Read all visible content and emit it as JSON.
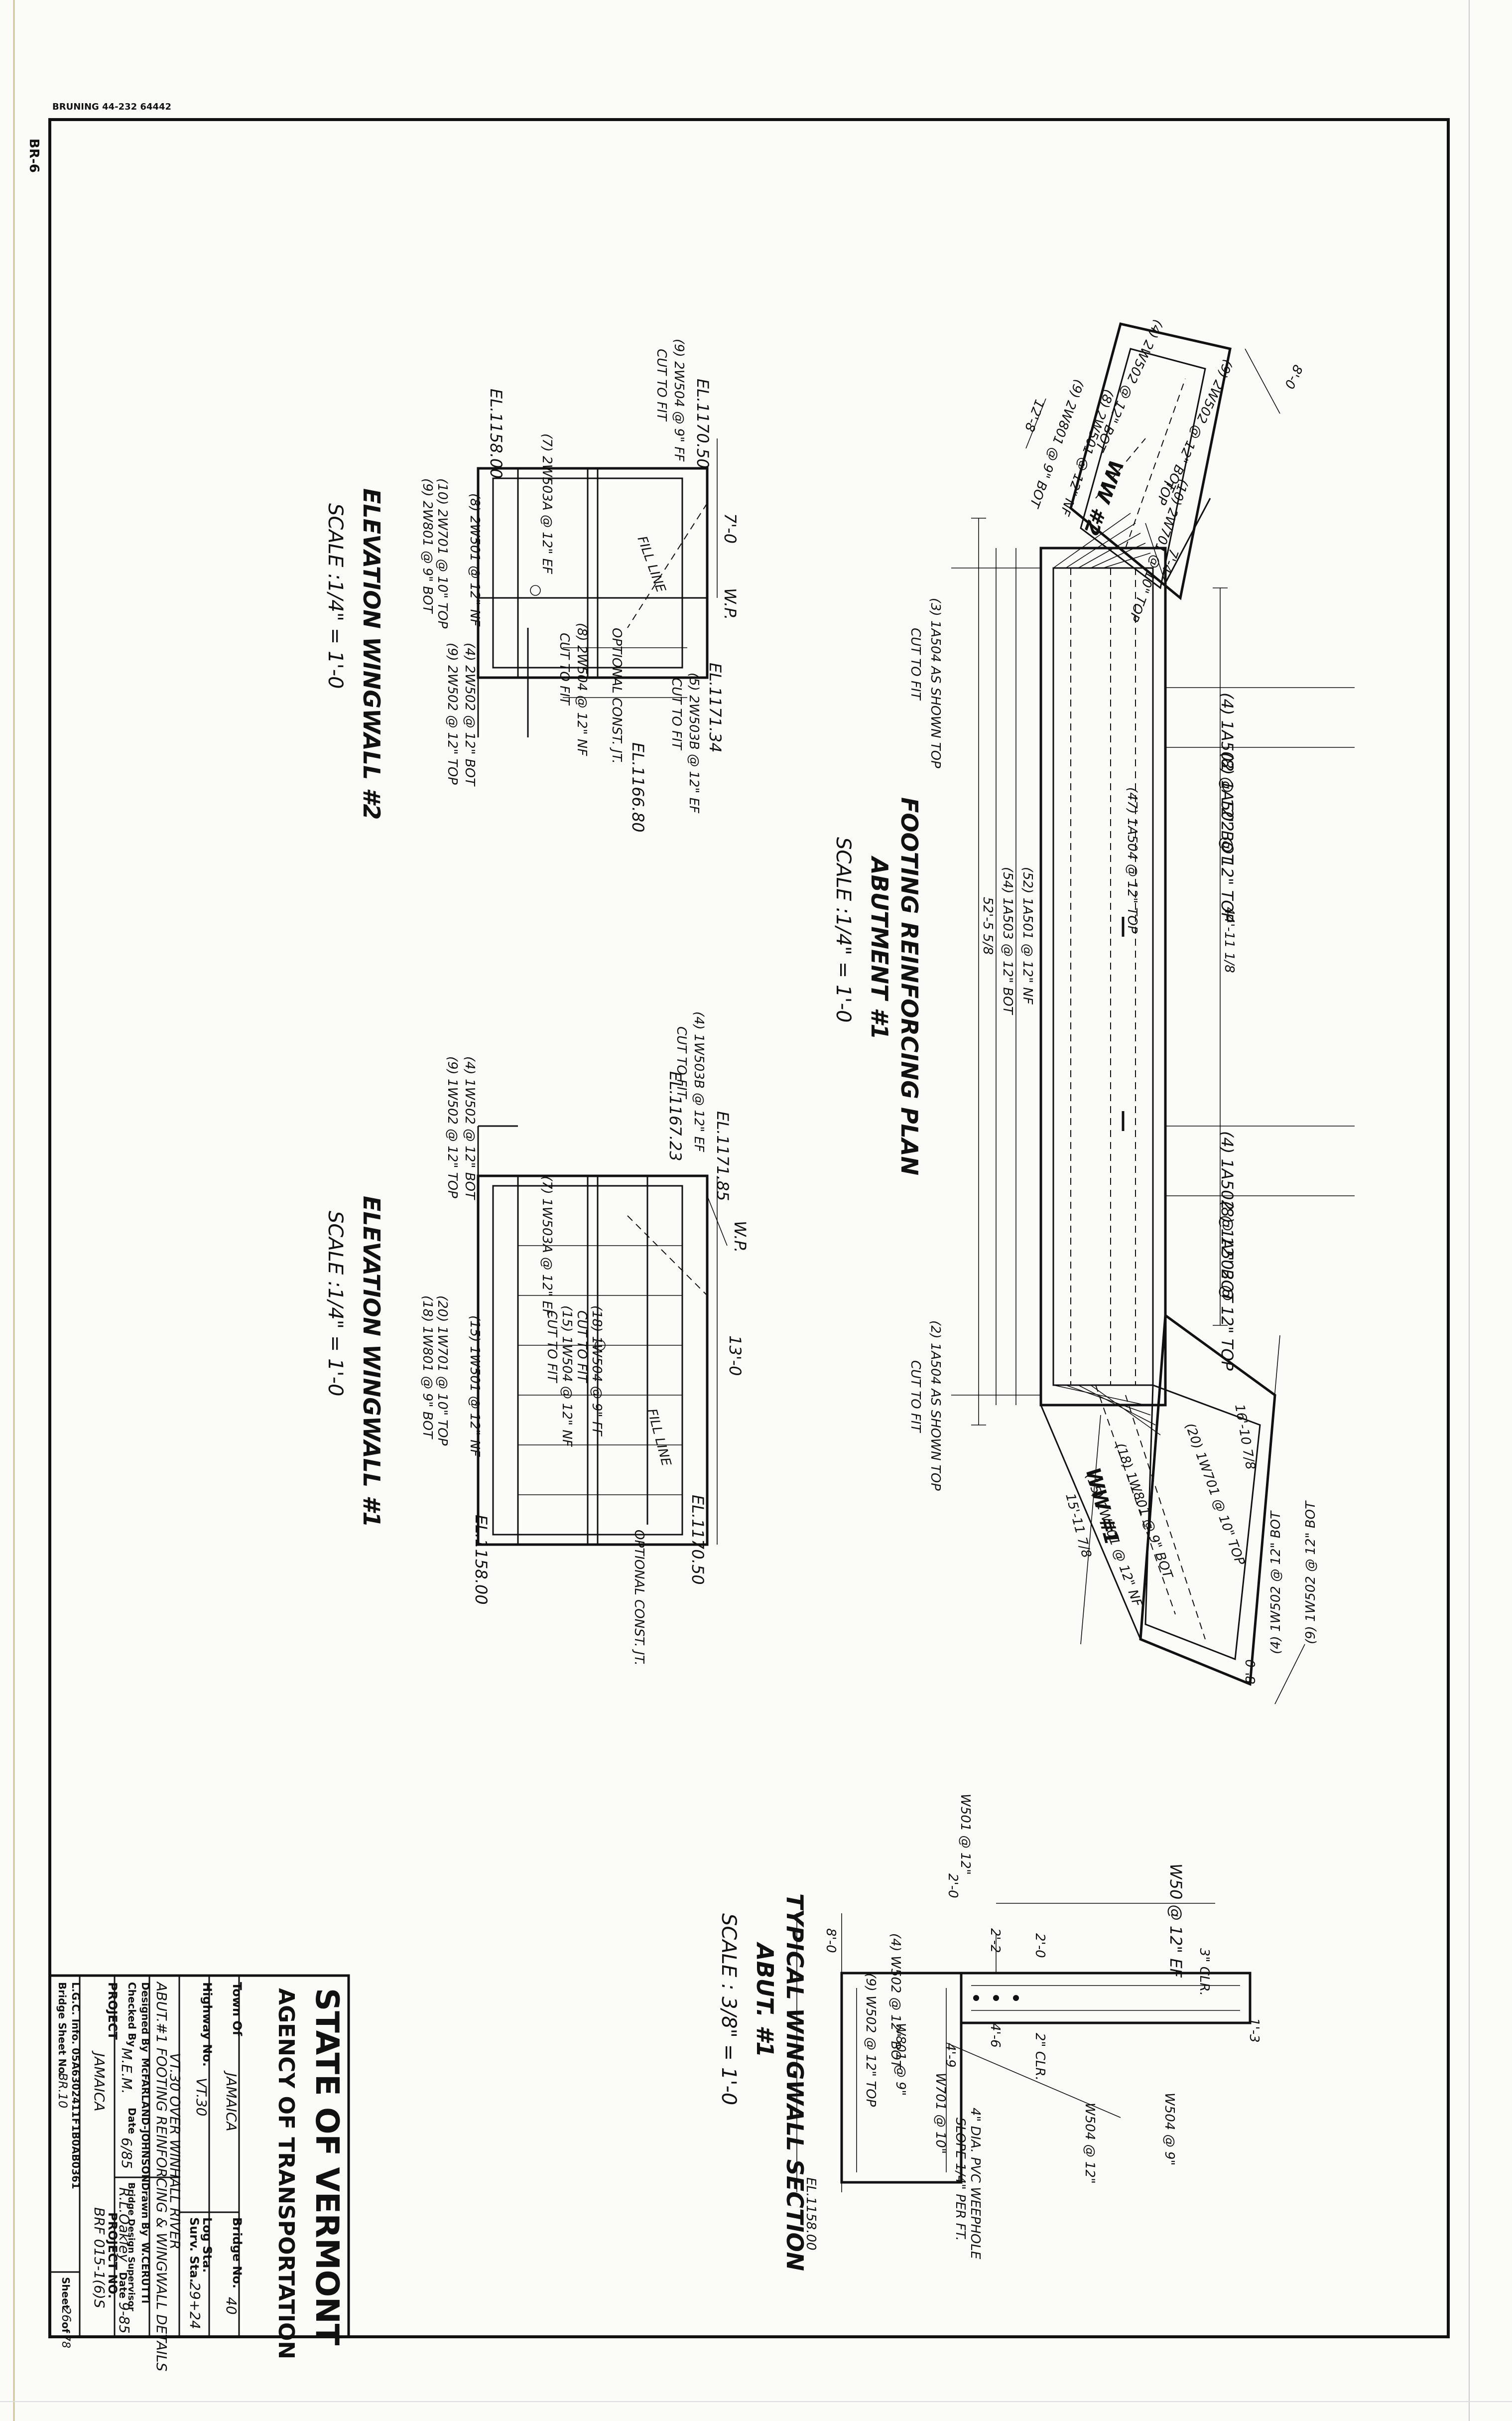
{
  "header": {
    "bruning": "BRUNING 44-232 64442",
    "sheet_tag": "BR-6"
  },
  "title_block": {
    "agency_line1": "STATE OF VERMONT",
    "agency_line2": "AGENCY OF TRANSPORTATION",
    "town_label": "Town Of",
    "town_value": "JAMAICA",
    "bridge_no_label": "Bridge No.",
    "bridge_no_value": "40",
    "highway_label": "Highway No.",
    "highway_value": "VT.30",
    "log_sta_label": "Log Sta.",
    "surv_sta_label": "Surv. Sta.",
    "surv_sta_value": "29+24",
    "description1": "VT.30 OVER WINHALL RIVER",
    "description2": "ABUT.#1 FOOTING REINFORCING & WINGWALL DETAILS",
    "designed_label": "Designed By",
    "designed_value": "McFARLAND-JOHNSON",
    "drawn_label": "Drawn By",
    "drawn_value": "W.CERUTTI",
    "checked_label": "Checked By",
    "checked_value": "M.E.M.",
    "date_label": "Date",
    "date_value": "6/85",
    "supervisor_label": "Bridge Design Supervisor",
    "supervisor_value": "R.L.Oakley",
    "sup_date_label": "Date",
    "sup_date_value": "9-85",
    "project_label": "PROJECT",
    "project_value": "JAMAICA",
    "project_no_label": "PROJECT NO.",
    "project_no_value": "BRF 015-1(6)S",
    "lgc_label": "L.G.C. Info.",
    "lgc_value": "05A6302411F1B0AB0361",
    "bridge_sheet_label": "Bridge Sheet No.",
    "bridge_sheet_value": "BR.10",
    "sheet_label": "Sheet",
    "sheet_value": "26",
    "of_label": "of",
    "of_value": "78"
  },
  "footing_plan": {
    "title": "FOOTING REINFORCING PLAN",
    "subtitle": "ABUTMENT #1",
    "scale": "SCALE :1/4\" = 1'-0",
    "ww1": "WW #1",
    "ww2": "WW #2",
    "dims": {
      "d_52_5": "52'-5 5/8",
      "d_44_11": "44'-11 1/8",
      "d_16_10": "16'-10 7/8",
      "d_15_11": "15'-11 7/8",
      "d_8_0a": "8'-0",
      "d_8_0b": "8'-0",
      "d_7_4": "7'-4",
      "d_12_8": "12'-8"
    },
    "notes": {
      "n1": "(4) 1A502 @ 12\" BOT",
      "n2": "(8) 1A502 @ 12\" TOP",
      "n3": "(4) 1A502 @ 12\" BOT",
      "n4": "(8) 1A502 @ 12\" TOP",
      "n5": "(47) 1A504 @ 12\" TOP",
      "n6": "(52) 1A501 @ 12\" NF",
      "n7": "(54) 1A503 @ 12\" BOT",
      "n8": "(3) 1A504 AS SHOWN TOP",
      "n9": "CUT TO FIT",
      "n10": "(2) 1A504 AS SHOWN TOP",
      "n11": "CUT TO FIT",
      "n12": "(20) 1W701 @ 10\" TOP",
      "n13": "(18) 1W801 @ 9\" BOT",
      "n14": "(15) 1W501 @ 12\" NF",
      "n15": "(9) 1W502 @ 12\" BOT",
      "n16": "(4) 1W502 @ 12\" BOT",
      "n17": "(9) 2W502 @ 12\" BOT",
      "n18": "(4) 2W502 @ 12\" BOT",
      "n19": "(10) 2W701 @ 10\" TOP",
      "n20": "(8) 2W501 @ 12\" NF",
      "n21": "(9) 2W801 @ 9\" BOT",
      "n22": "TOP"
    }
  },
  "elev_ww2": {
    "title": "ELEVATION WINGWALL #2",
    "scale": "SCALE :1/4\" = 1'-0",
    "el1": "EL.1170.50",
    "el2": "EL.1171.34",
    "el3": "EL.1166.80",
    "el4": "EL.1158.00",
    "dim": "7'-0",
    "wp": "W.P.",
    "notes": {
      "a": "(9) 2W504 @ 9\" FF",
      "b": "CUT TO FIT",
      "c": "(7) 2W503A @ 12\" EF",
      "d": "(5) 2W503B @ 12\" EF",
      "e": "CUT TO FIT",
      "f": "OPTIONAL CONST. JT.",
      "g": "(8) 2W504 @ 12\" NF",
      "h": "CUT TO FIT",
      "i": "(8) 2W501 @ 12\" NF",
      "j": "(10) 2W701 @ 10\" TOP",
      "k": "(9) 2W801 @ 9\" BOT",
      "l": "(4) 2W502 @ 12\" BOT",
      "m": "(9) 2W502 @ 12\" TOP",
      "fill": "FILL LINE"
    }
  },
  "elev_ww1": {
    "title": "ELEVATION WINGWALL #1",
    "scale": "SCALE :1/4\" = 1'-0",
    "el1": "EL.1171.85",
    "el2": "EL.1167.23",
    "el3": "EL.1170.50",
    "el4": "EL.1158.00",
    "dim": "13'-0",
    "wp": "W.P.",
    "notes": {
      "a": "(4) 1W503B @ 12\" EF",
      "b": "CUT TO FIT",
      "c": "(7) 1W503A @ 12\" EF",
      "d": "(18) 1W504 @ 9\" FF",
      "e": "CUT TO FIT",
      "f": "(15) 1W504 @ 12\" NF",
      "g": "CUT TO FIT",
      "h": "(15) 1W501 @ 12\" NF",
      "i": "(20) 1W701 @ 10\" TOP",
      "j": "(18) 1W801 @ 9\" BOT",
      "k": "(4) 1W502 @ 12\" BOT",
      "l": "(9) 1W502 @ 12\" TOP",
      "m": "OPTIONAL CONST. JT.",
      "fill": "FILL LINE"
    }
  },
  "typical_section": {
    "title": "TYPICAL WINGWALL SECTION",
    "subtitle": "ABUT. #1",
    "scale": "SCALE : 3/8\" = 1'-0",
    "notes": {
      "a": "W50 @ 12\" EF",
      "b": "3\" CLR.",
      "c": "1'-3",
      "d": "W504 @ 9\"",
      "e": "W504 @ 12\"",
      "f": "2\" CLR.",
      "g": "4\" DIA. PVC WEEPHOLE",
      "h": "SLOPE 1/4\" PER FT.",
      "i": "W701 @ 10\"",
      "j": "W801 @ 9\"",
      "k": "(9) W502 @ 12\" TOP",
      "l": "(4) W502 @ 12\" BOT",
      "m": "W501 @ 12\"",
      "n": "EL.1158.00",
      "d1": "2'-0",
      "d2": "2'-2",
      "d3": "2'-0",
      "d4": "4'-6",
      "d5": "4'-9",
      "d6": "8'-0"
    }
  }
}
